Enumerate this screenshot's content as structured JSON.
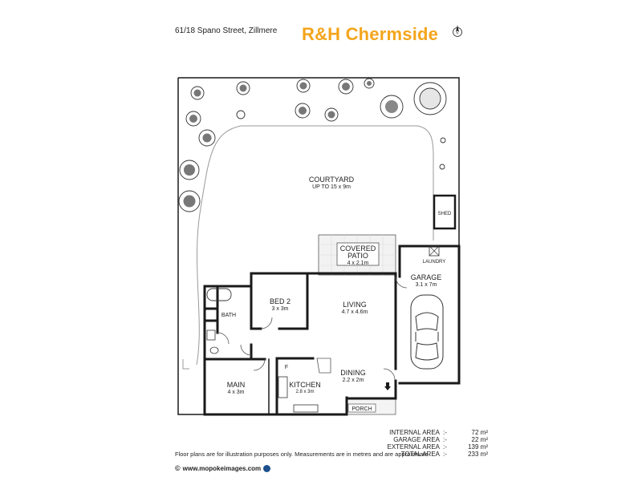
{
  "header": {
    "address": "61/18 Spano Street, Zillmere",
    "brand": "R&H Chermside"
  },
  "compass": {
    "label": "N"
  },
  "rooms": {
    "courtyard": {
      "name": "COURTYARD",
      "size": "UP TO 15 x 9m"
    },
    "shed": {
      "name": "SHED"
    },
    "covered_patio": {
      "name_line1": "COVERED",
      "name_line2": "PATIO",
      "size": "4 x 2.1m"
    },
    "laundry": {
      "name": "LAUNDRY"
    },
    "garage": {
      "name": "GARAGE",
      "size": "3.1 x 7m"
    },
    "bed2": {
      "name": "BED 2",
      "size": "3 x 3m"
    },
    "bath": {
      "name": "BATH"
    },
    "living": {
      "name": "LIVING",
      "size": "4.7 x 4.6m"
    },
    "main": {
      "name": "MAIN",
      "size": "4 x 3m"
    },
    "kitchen": {
      "name": "KITCHEN",
      "size": "2.8 x 3m"
    },
    "dining": {
      "name": "DINING",
      "size": "2.2 x 2m"
    },
    "porch": {
      "name": "PORCH"
    },
    "fridge": {
      "name": "F"
    }
  },
  "areas": [
    {
      "label": "INTERNAL AREA",
      "sep": ":-",
      "value": "72 m²"
    },
    {
      "label": "GARAGE AREA",
      "sep": ":-",
      "value": "22 m²"
    },
    {
      "label": "EXTERNAL AREA",
      "sep": ":-",
      "value": "139 m²"
    },
    {
      "label": "TOTAL AREA",
      "sep": ":-",
      "value": "233 m²"
    }
  ],
  "disclaimer": "Floor plans are for illustration purposes only. Measurements are in metres and are approximate.",
  "footer": {
    "copyright": "©",
    "website": "www.mopokeimages.com"
  },
  "colors": {
    "brand": "#f4a51c",
    "wall": "#1a1a1a",
    "footer_logo": "#1d4f8f"
  }
}
